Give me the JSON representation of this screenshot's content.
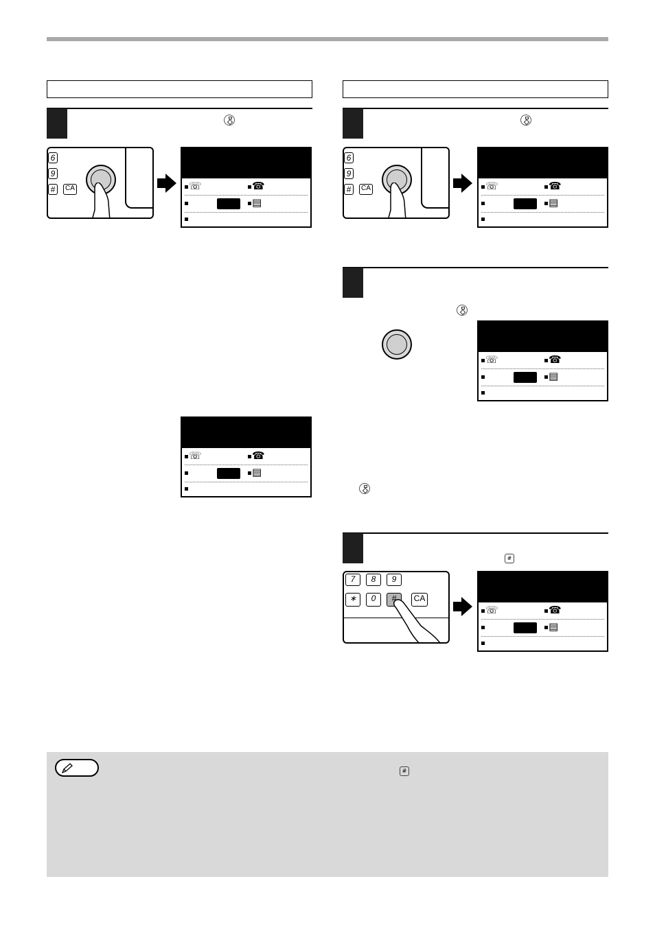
{
  "left_column": {
    "header": "",
    "step1": {
      "number": "",
      "text": ""
    },
    "panel_keys": [
      "6",
      "9",
      "#",
      "CA"
    ]
  },
  "right_column": {
    "header": "",
    "step1": {
      "number": "",
      "text": ""
    },
    "step2": {
      "number": "",
      "text": ""
    },
    "step3": {
      "number": "",
      "text": ""
    },
    "keypad_keys": [
      "7",
      "8",
      "9",
      "∗",
      "0",
      "#",
      "CA"
    ]
  },
  "icons": {
    "start_key": "start-key-icon",
    "hash_key": "hash-key-icon",
    "lcd_fax_icon": "phone-fax-icon",
    "lcd_receive_icon": "phone-receive-icon",
    "lcd_memory_icon": "memory-doc-icon"
  },
  "note": {
    "badge": "",
    "text": ""
  }
}
